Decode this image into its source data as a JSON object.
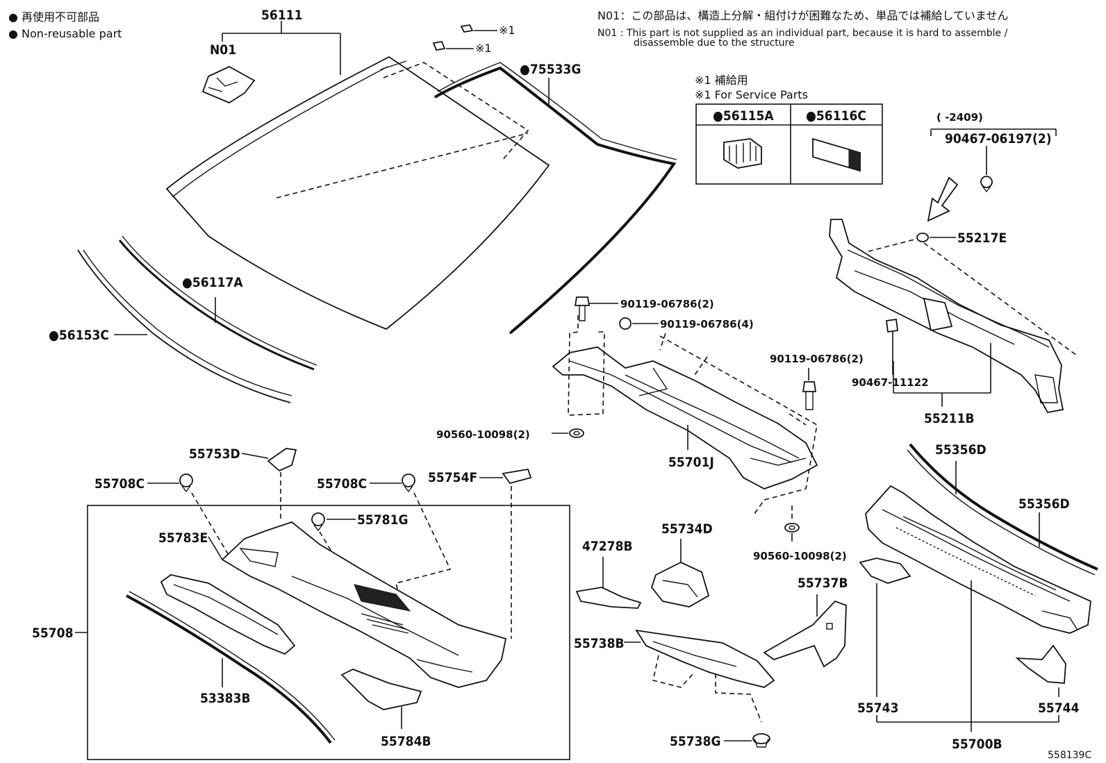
{
  "legend": {
    "jp": "● 再使用不可部品",
    "en": "● Non-reusable part"
  },
  "notes": {
    "n01_jp": "N01：この部品は、構造上分解・組付けが困難なため、単品では補給していません",
    "n01_en_1": "N01 :  This part is not supplied as an individual part, because it is hard to assemble /",
    "n01_en_2": "disassemble due to the structure"
  },
  "service": {
    "jp": "※1 補給用",
    "en": "※1 For Service Parts",
    "cell1": "●56115A",
    "cell2": "●56116C"
  },
  "mark1a": "※1",
  "mark1b": "※1",
  "period": "(     -2409)",
  "diagram_code": "558139C",
  "labels": {
    "p56111": "56111",
    "n01": "N01",
    "p75533G": "●75533G",
    "p56117A": "●56117A",
    "p56153C": "●56153C",
    "p90467_06197": "90467-06197(2)",
    "p55217E": "55217E",
    "p90119a": "90119-06786(2)",
    "p90119b": "90119-06786(4)",
    "p90119c": "90119-06786(2)",
    "p90467_11122": "90467-11122",
    "p55211B": "55211B",
    "p90560a": "90560-10098(2)",
    "p90560b": "90560-10098(2)",
    "p55701J": "55701J",
    "p55753D": "55753D",
    "p55708Ca": "55708C",
    "p55708Cb": "55708C",
    "p55754F": "55754F",
    "p55781G": "55781G",
    "p55783E": "55783E",
    "p55708": "55708",
    "p53383B": "53383B",
    "p55784B": "55784B",
    "p47278B": "47278B",
    "p55734D": "55734D",
    "p55737B": "55737B",
    "p55738B": "55738B",
    "p55738G": "55738G",
    "p55356Da": "55356D",
    "p55356Db": "55356D",
    "p55743": "55743",
    "p55744": "55744",
    "p55700B": "55700B"
  }
}
